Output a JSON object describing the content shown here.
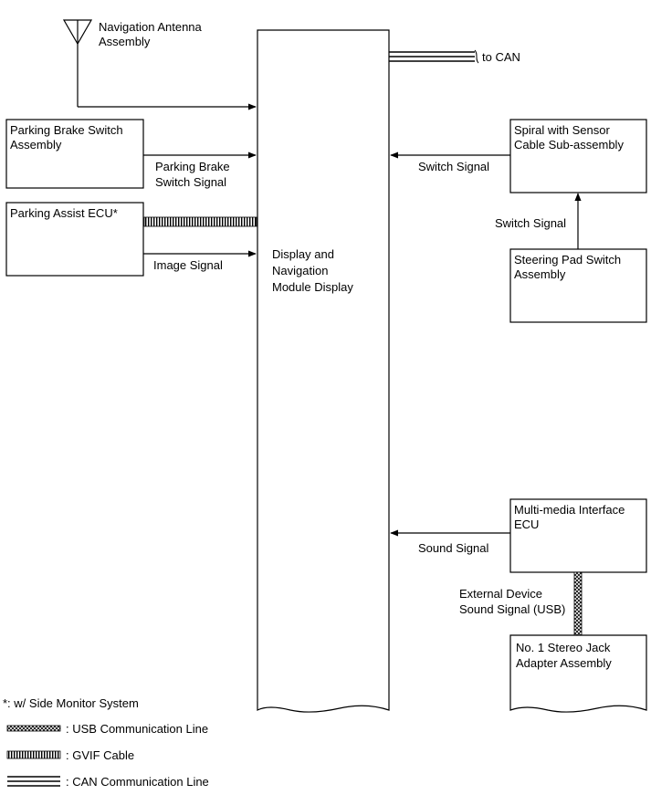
{
  "blocks": {
    "navigation_antenna": [
      "Navigation Antenna",
      "Assembly"
    ],
    "parking_brake_switch": [
      "Parking Brake Switch",
      "Assembly"
    ],
    "parking_assist_ecu": [
      "Parking Assist ECU*"
    ],
    "display_module": [
      "Display and",
      "Navigation",
      "Module Display"
    ],
    "spiral_sensor": [
      "Spiral with Sensor",
      "Cable Sub-assembly"
    ],
    "steering_pad_switch": [
      "Steering Pad Switch",
      "Assembly"
    ],
    "multimedia_interface": [
      "Multi-media Interface",
      "ECU"
    ],
    "stereo_jack": [
      "No. 1 Stereo Jack",
      "Adapter Assembly"
    ]
  },
  "signals": {
    "to_can": "to CAN",
    "parking_brake_signal": [
      "Parking Brake",
      "Switch Signal"
    ],
    "image_signal": "Image Signal",
    "switch_signal_spiral": "Switch Signal",
    "switch_signal_pad": "Switch Signal",
    "sound_signal": "Sound Signal",
    "external_sound": [
      "External Device",
      "Sound Signal (USB)"
    ]
  },
  "legend": {
    "footnote": "*: w/ Side Monitor System",
    "usb_line": ": USB Communication Line",
    "gvif_cable": ": GVIF Cable",
    "can_line": ": CAN Communication Line"
  }
}
